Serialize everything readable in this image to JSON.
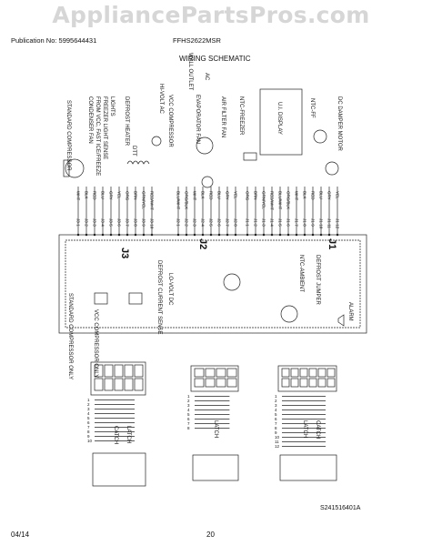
{
  "watermark": "AppliancePartsPros.com",
  "header": {
    "publication": "Publication No: 5995644431",
    "model": "FFHS2622MSR",
    "title": "WIRING SCHEMATIC"
  },
  "footer": {
    "date": "04/14",
    "page": "20",
    "figure_id": "S241516401A"
  },
  "supply": {
    "wall_outlet": "WALL OUTLET",
    "ac_label": "AC",
    "hi_volt_ac": "HI-VOLT AC",
    "lo_volt_dc": "LO-VOLT DC"
  },
  "components": {
    "std_compressor": "STANDARD COMPRESSOR",
    "condenser_fan": "CONDENSER FAN",
    "fast_ice": "FROM VCC, FAST ICE/FREEZE",
    "freezer_light": "FREEZER LIGHT SENSE",
    "lights": "LIGHTS",
    "defrost_heater": "DEFROST HEATER",
    "vcc_compressor": "VCC COMPRESSOR",
    "evap_fan": "EVAPORATOR FAN",
    "air_filter_fan": "AIR FILTER FAN",
    "ntc_freezer": "NTC-FREEZER",
    "ui_display": "U.I. DISPLAY",
    "dc_damper": "DC DAMPER MOTOR",
    "ntc_ff": "NTC-FF",
    "dtt": "DTT",
    "alarm": "ALARM",
    "defrost_jumper": "DEFROST JUMPER",
    "ntc_ambient": "NTC-AMBIENT",
    "defrost_current": "DEFROST CURRENT SENSE",
    "std_comp_only": "STANDARD COMPRESSOR ONLY",
    "vcc_comp_only": "VCC COMPRESSOR ONLY"
  },
  "connectors": {
    "j1": "J1",
    "j2": "J2",
    "j3": "J3",
    "latch": "LATCH",
    "catch": "CATCH"
  },
  "wire_colors": [
    "WHT",
    "BLK",
    "RED",
    "BLU",
    "GRY",
    "YEL",
    "ORG",
    "BRN",
    "GRN/YEL",
    "RED/WHT",
    "BLU/WHT",
    "ORG/BLK"
  ],
  "pins": {
    "j1": [
      "J1-1",
      "J1-2",
      "J1-3",
      "J1-4",
      "J1-5",
      "J1-6",
      "J1-7",
      "J1-8",
      "J1-9",
      "J1-10",
      "J1-11",
      "J1-12"
    ],
    "j2": [
      "J2-1",
      "J2-2",
      "J2-3",
      "J2-4",
      "J2-5",
      "J2-6",
      "J2-7",
      "J2-8"
    ],
    "j3": [
      "J3-1",
      "J3-2",
      "J3-3",
      "J3-4",
      "J3-5",
      "J3-6",
      "J3-7",
      "J3-8",
      "J3-9",
      "J3-10"
    ]
  },
  "connector_numbers": {
    "j3_plug": [
      "1",
      "2",
      "3",
      "4",
      "5",
      "6",
      "7",
      "8",
      "9",
      "10"
    ],
    "j2_plug": [
      "1",
      "2",
      "3",
      "4",
      "5",
      "6",
      "7",
      "8"
    ],
    "j1_plug": [
      "1",
      "2",
      "3",
      "4",
      "5",
      "6",
      "7",
      "8",
      "9",
      "10",
      "11",
      "12"
    ]
  }
}
